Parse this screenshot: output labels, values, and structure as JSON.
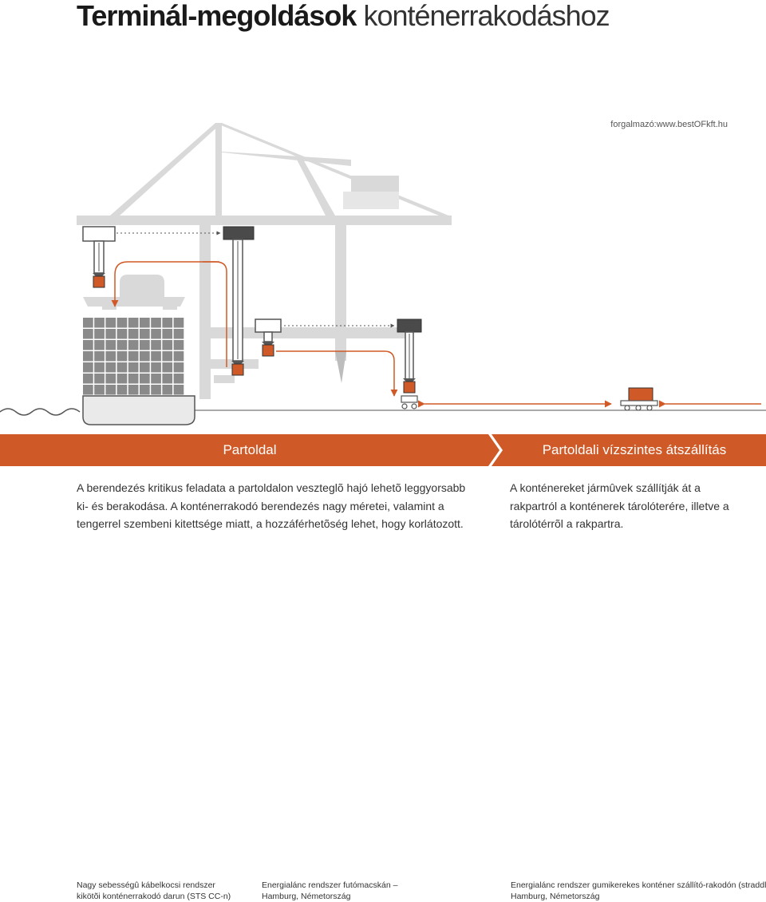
{
  "header": {
    "title_bold": "Terminál-megoldások",
    "title_light": "konténerrakodáshoz",
    "distributor": "forgalmazó:www.bestOFkft.hu"
  },
  "bands": {
    "left": "Partoldal",
    "right": "Partoldali vízszintes átszállítás"
  },
  "paragraphs": {
    "left": "A berendezés kritikus feladata a partoldalon veszteglõ hajó lehetõ leggyorsabb ki- és berakodása. A konténerrakodó berendezés nagy méretei, valamint a tengerrel szembeni kitettsége miatt, a hozzáférhetõség lehet, hogy korlátozott.",
    "right": "A konténereket jármûvek szállítják át a rakpartról a konténerek tárolóterére, illetve a tárolótérrõl a rakpartra."
  },
  "captions": [
    {
      "line1": "Nagy sebességû kábelkocsi rendszer",
      "line2": "kikötõi konténerrakodó darun (STS CC-n)"
    },
    {
      "line1": "Energialánc rendszer futómacskán –",
      "line2": "Hamburg, Németország"
    },
    {
      "line1": "Energialánc rendszer gumikerekes konténer szállító-rakodón (straddle carrier)",
      "line2": "Hamburg, Németország"
    }
  ],
  "colors": {
    "accent": "#d05a27",
    "structure": "#d9d9d9",
    "dark": "#4a4a4a",
    "container_grid": "#8a8a8a"
  },
  "icons": {
    "arrow": "double-headed-arrow",
    "wave": "sea-wave"
  }
}
